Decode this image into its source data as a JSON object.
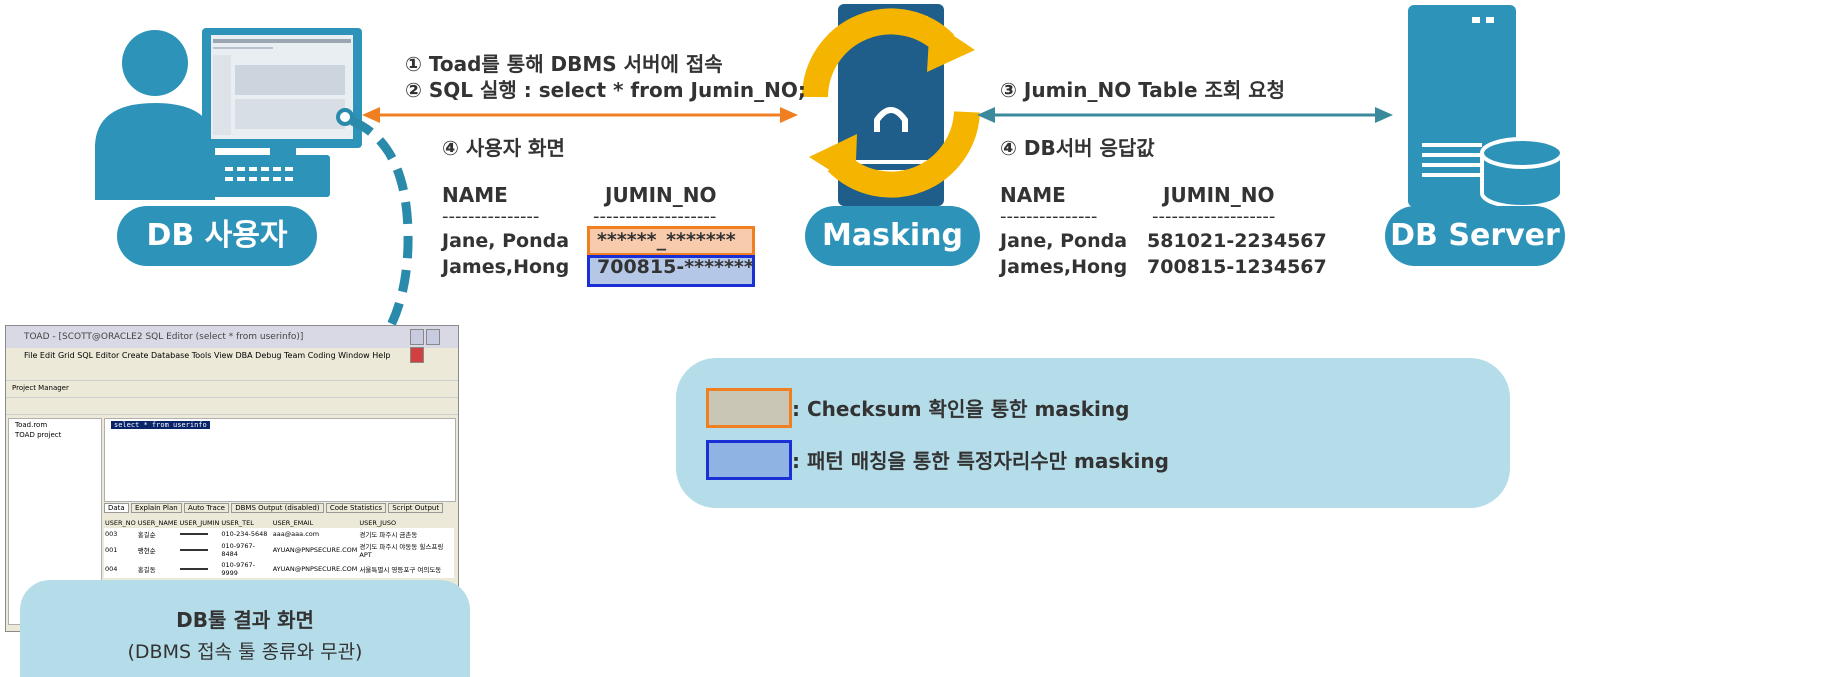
{
  "nodes": {
    "user": "DB 사용자",
    "masking": "Masking",
    "server": "DB Server"
  },
  "steps": {
    "s1": "① Toad를  통해 DBMS 서버에 접속",
    "s2": "② SQL 실행 : select * from Jumin_NO;",
    "s3": "③ Jumin_NO Table 조회 요청",
    "s4_user": "④ 사용자 화면",
    "s4_server": "④ DB서버 응답값"
  },
  "user_table": {
    "col_name": "NAME",
    "col_jumin": "JUMIN_NO",
    "dash_name": "---------------",
    "dash_jumin": "-------------------",
    "rows": [
      {
        "name": "Jane, Ponda",
        "jumin": "******_*******"
      },
      {
        "name": "James,Hong",
        "jumin": "700815-*******"
      }
    ]
  },
  "server_table": {
    "col_name": "NAME",
    "col_jumin": "JUMIN_NO",
    "dash_name": "---------------",
    "dash_jumin": "-------------------",
    "rows": [
      {
        "name": "Jane, Ponda",
        "jumin": "581021-2234567"
      },
      {
        "name": "James,Hong",
        "jumin": "700815-1234567"
      }
    ]
  },
  "legend": {
    "checksum": ": Checksum 확인을 통한 masking",
    "pattern": ": 패턴 매칭을 통한 특정자리수만 masking"
  },
  "result": {
    "title": "DB툴 결과 화면",
    "subtitle": "(DBMS 접속 툴 종류와 무관)"
  },
  "toad": {
    "title": "TOAD - [SCOTT@ORACLE2 SQL Editor (select * from userinfo)]",
    "menu": "File  Edit  Grid  SQL Editor  Create  Database  Tools  View  DBA  Debug  Team Coding  Window  Help",
    "project_manager": "Project Manager",
    "tree": [
      "Toad.rom",
      "TOAD project"
    ],
    "query": "select * from userinfo",
    "tabs": [
      "Data",
      "Explain Plan",
      "Auto Trace",
      "DBMS Output (disabled)",
      "Code Statistics",
      "Script Output"
    ],
    "columns": [
      "USER_NO",
      "USER_NAME",
      "USER_JUMIN",
      "USER_TEL",
      "USER_EMAIL",
      "USER_JUSO"
    ],
    "rows": [
      [
        "003",
        "홍길순",
        "",
        "010-234-5648",
        "aaa@aaa.com",
        "경기도 파주시 금촌동"
      ],
      [
        "001",
        "팽현순",
        "",
        "010-9767-8484",
        "AYUAN@PNPSECURE.COM",
        "경기도 파주시 야동동 힐스프링APT"
      ],
      [
        "004",
        "홍길동",
        "",
        "010-9767-9999",
        "AYUAN@PNPSECURE.COM",
        "서울특별시 영등포구 여의도동"
      ]
    ]
  },
  "colors": {
    "pill": "#2e93b8",
    "arrow_orange": "#f07f22",
    "arrow_teal": "#3a8a9c",
    "dashed": "#2a8aab",
    "checksum_border": "#f07f22",
    "pattern_border": "#1a2fd6"
  }
}
